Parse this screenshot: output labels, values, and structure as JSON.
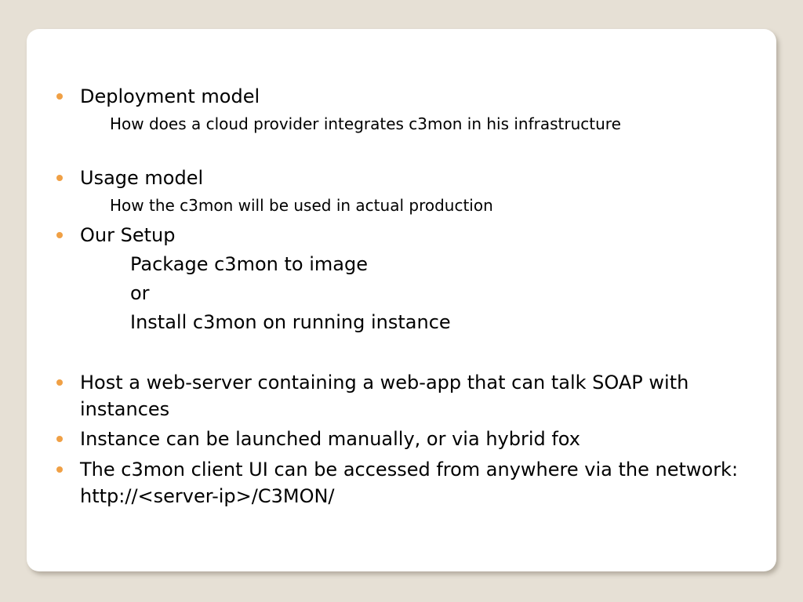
{
  "colors": {
    "background": "#e6e0d5",
    "slide": "#ffffff",
    "bullet": "#f0a045",
    "text": "#000000"
  },
  "slide": {
    "items": [
      {
        "text": "Deployment model",
        "sub": "How does a cloud provider integrates c3mon in his infrastructure"
      },
      {
        "text": "Usage model",
        "sub": "How the c3mon will be used in actual production"
      },
      {
        "text": "Our Setup",
        "lines": [
          "Package c3mon to image",
          "or",
          "Install c3mon on running instance"
        ]
      },
      {
        "text": "Host a web-server containing a web-app that can talk SOAP with instances"
      },
      {
        "text": "Instance can be launched manually, or via hybrid fox"
      },
      {
        "text": "The c3mon client UI can be accessed from anywhere via the network:  http://<server-ip>/C3MON/"
      }
    ]
  }
}
